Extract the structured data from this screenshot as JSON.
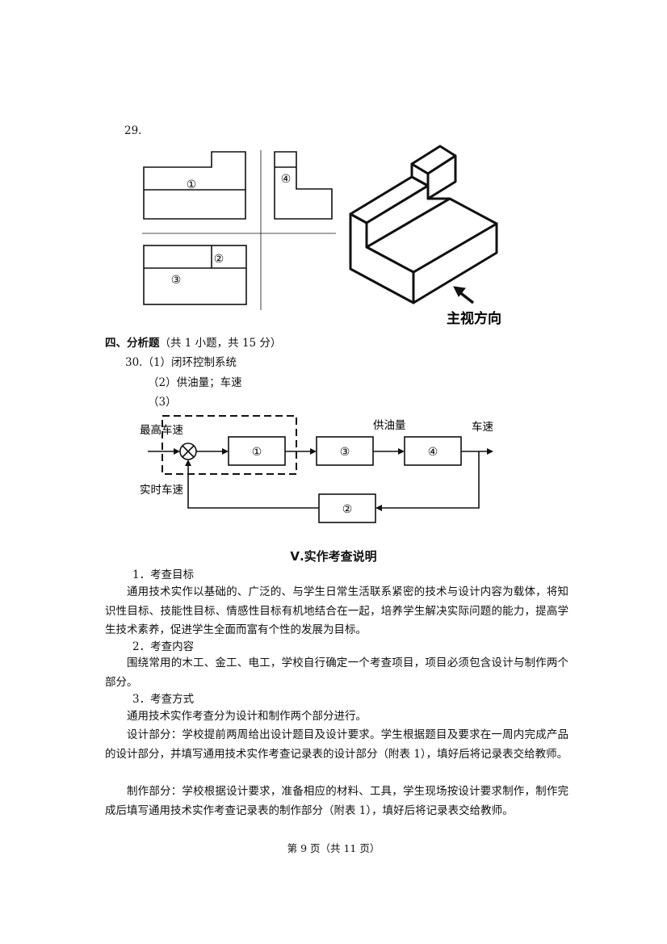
{
  "q29": {
    "number": "29.",
    "view_labels": {
      "front": "①",
      "side": "④",
      "top_small": "②",
      "top_big": "③"
    },
    "arrow_caption": "主视方向"
  },
  "section4": {
    "title_bold": "四、分析题",
    "title_rest": "（共 1 小题，共 15 分）",
    "q30_line1": "30.（1）闭环控制系统",
    "q30_line2": "（2）供油量；车速",
    "q30_line3": "（3）"
  },
  "block_diagram": {
    "input_label": "最高车速",
    "feedback_label": "实时车速",
    "mid_label": "供油量",
    "output_label": "车速",
    "blocks": [
      "①",
      "③",
      "④",
      "②"
    ]
  },
  "section5": {
    "title": "Ⅴ.实作考查说明",
    "h1": "1．考查目标",
    "p1": "通用技术实作以基础的、广泛的、与学生日常生活联系紧密的技术与设计内容为载体，将知识性目标、技能性目标、情感性目标有机地结合在一起，培养学生解决实际问题的能力，提高学生技术素养，促进学生全面而富有个性的发展为目标。",
    "h2": "2．考查内容",
    "p2": "围绕常用的木工、金工、电工，学校自行确定一个考查项目，项目必须包含设计与制作两个部分。",
    "h3": "3．考查方式",
    "p3": "通用技术实作考查分为设计和制作两个部分进行。",
    "p4": "设计部分：学校提前两周给出设计题目及设计要求。学生根据题目及要求在一周内完成产品的设计部分，并填写通用技术实作考查记录表的设计部分（附表 1），填好后将记录表交给教师。",
    "p5": "制作部分：学校根据设计要求，准备相应的材料、工具，学生现场按设计要求制作，制作完成后填写通用技术实作考查记录表的制作部分（附表 1），填好后将记录表交给教师。"
  },
  "footer": {
    "page": "第 9 页（共 11 页）"
  }
}
